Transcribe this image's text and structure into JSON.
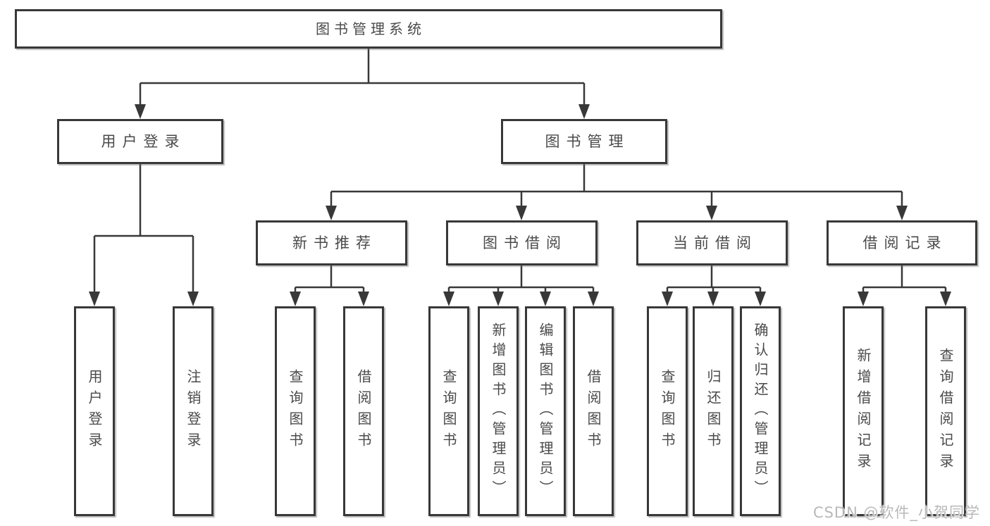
{
  "colors": {
    "line": "#383838",
    "box_border": "#383838",
    "text": "#4a4a4a",
    "background": "#ffffff",
    "watermark_text": "#b9b9b9"
  },
  "watermark": "CSDN @软件_小贺同学",
  "tree": {
    "label": "图书管理系统",
    "children": [
      {
        "label": "用户登录",
        "children": [
          {
            "label": "用户登录"
          },
          {
            "label": "注销登录"
          }
        ]
      },
      {
        "label": "图书管理",
        "children": [
          {
            "label": "新书推荐",
            "children": [
              {
                "label": "查询图书"
              },
              {
                "label": "借阅图书"
              }
            ]
          },
          {
            "label": "图书借阅",
            "children": [
              {
                "label": "查询图书"
              },
              {
                "label": "新增图书（管理员）"
              },
              {
                "label": "编辑图书（管理员）"
              },
              {
                "label": "借阅图书"
              }
            ]
          },
          {
            "label": "当前借阅",
            "children": [
              {
                "label": "查询图书"
              },
              {
                "label": "归还图书"
              },
              {
                "label": "确认归还（管理员）"
              }
            ]
          },
          {
            "label": "借阅记录",
            "children": [
              {
                "label": "新增借阅记录"
              },
              {
                "label": "查询借阅记录"
              }
            ]
          }
        ]
      }
    ]
  }
}
